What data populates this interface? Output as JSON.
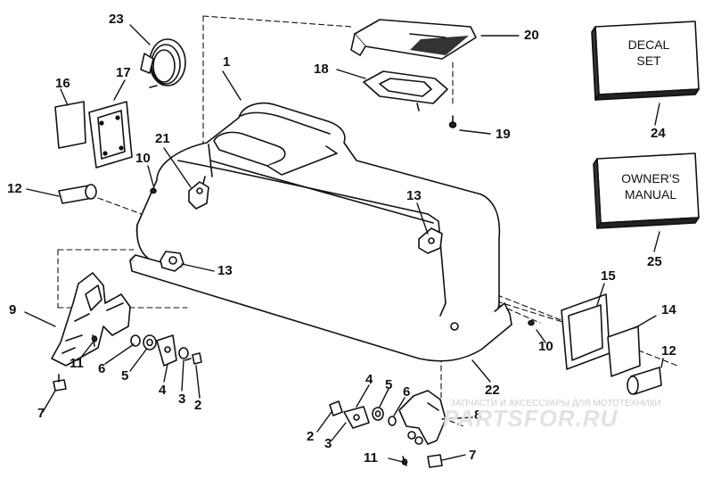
{
  "callouts": {
    "c1": "1",
    "c2a": "2",
    "c2b": "2",
    "c3a": "3",
    "c3b": "3",
    "c4a": "4",
    "c4b": "4",
    "c5a": "5",
    "c5b": "5",
    "c6a": "6",
    "c6b": "6",
    "c7a": "7",
    "c7b": "7",
    "c8": "8",
    "c9": "9",
    "c10a": "10",
    "c10b": "10",
    "c11a": "11",
    "c11b": "11",
    "c12a": "12",
    "c12b": "12",
    "c13a": "13",
    "c13b": "13",
    "c14": "14",
    "c15": "15",
    "c16": "16",
    "c17": "17",
    "c18": "18",
    "c19": "19",
    "c20": "20",
    "c21": "21",
    "c22": "22",
    "c23": "23",
    "c24": "24",
    "c25": "25"
  },
  "decal_box": {
    "line1": "DECAL",
    "line2": "SET"
  },
  "manual_box": {
    "line1": "OWNER'S",
    "line2": "MANUAL"
  },
  "watermark": {
    "caption": "ЗАПЧАСТИ И АКСЕССУАРЫ ДЛЯ МОТОТЕХНИКИ",
    "logo": "PARTSFOR.RU"
  }
}
